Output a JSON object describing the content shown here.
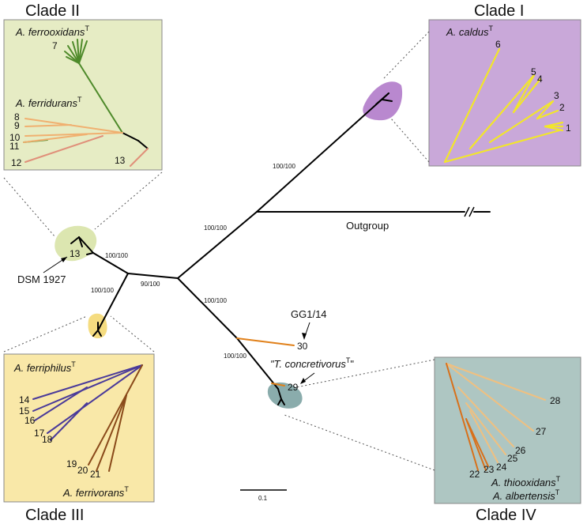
{
  "clades": {
    "clade1": {
      "title": "Clade I",
      "species": "A. caldus",
      "sup": "T",
      "leaves": [
        "6",
        "5",
        "4",
        "3",
        "2",
        "1"
      ]
    },
    "clade2": {
      "title": "Clade II",
      "species_a": "A. ferrooxidans",
      "species_b": "A. ferridurans",
      "sup": "T",
      "leaves": [
        "7",
        "8",
        "9",
        "10",
        "11",
        "12",
        "13"
      ]
    },
    "clade3": {
      "title": "Clade III",
      "species_a": "A. ferriphilus",
      "species_b": "A. ferrivorans",
      "sup": "T",
      "leaves": [
        "14",
        "15",
        "16",
        "17",
        "18",
        "19",
        "20",
        "21"
      ]
    },
    "clade4": {
      "title": "Clade IV",
      "species_a": "A. thiooxidans",
      "species_b": "A. albertensis",
      "sup": "T",
      "leaves": [
        "28",
        "27",
        "26",
        "25",
        "24",
        "23",
        "22"
      ]
    }
  },
  "main_tree": {
    "outgroup": "Outgroup",
    "dsm": "DSM 1927",
    "dsm_num": "13",
    "gg_label": "GG1/14",
    "gg_num": "30",
    "tconc_open": "\"T. concretivorus",
    "tconc_sup": "T",
    "tconc_close": "\"",
    "tconc_num": "29",
    "bootstrap": [
      "100/100",
      "100/100",
      "100/100",
      "100/100",
      "90/100",
      "100/100",
      "100/100"
    ],
    "scale": "0.1"
  },
  "colors": {
    "clade1_fill": "#c9a8d9",
    "clade1_blob": "#b988cf",
    "clade1_line": "#f2e62a",
    "clade2_fill": "#e6ecc4",
    "clade2_green": "#4e8a2a",
    "clade2_orange": "#f0b070",
    "clade2_pink": "#e0907a",
    "clade3_fill": "#f9e8a8",
    "clade3_purple": "#4a3a9a",
    "clade3_brown": "#8a4a1a",
    "clade4_fill": "#aec6c2",
    "clade4_light": "#f0c080",
    "clade4_dark": "#d8701a",
    "orange_branch": "#e0801a"
  }
}
